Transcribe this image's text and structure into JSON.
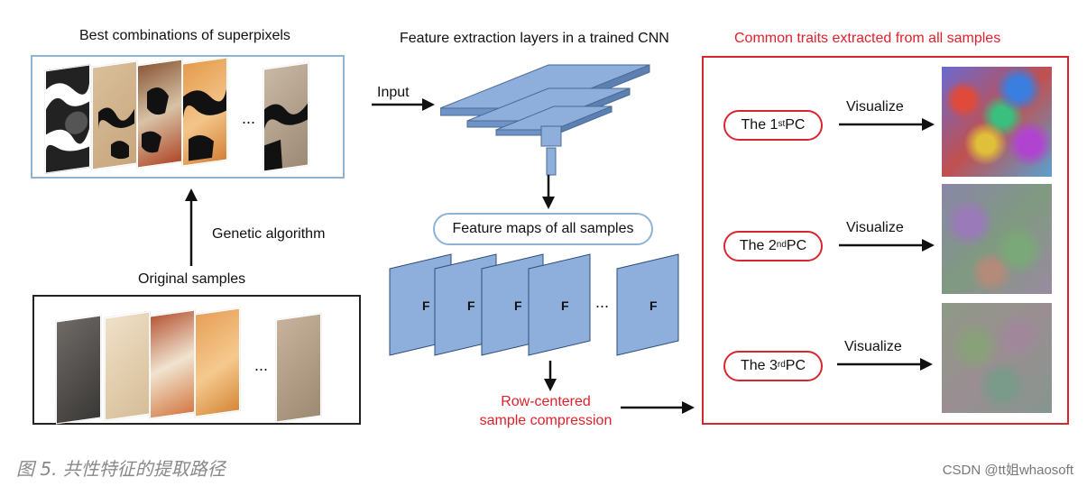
{
  "left": {
    "title": "Best combinations of superpixels",
    "ga_label": "Genetic algorithm",
    "original_label": "Original samples",
    "ellipsis": "..."
  },
  "middle": {
    "title": "Feature extraction layers in a trained CNN",
    "input_label": "Input",
    "feature_maps_label": "Feature maps of all samples",
    "map_letter": "F",
    "ellipsis": "...",
    "compression_line1": "Row-centered",
    "compression_line2": "sample compression"
  },
  "right": {
    "title": "Common traits extracted from all samples",
    "pcs": [
      {
        "prefix": "The 1",
        "sup": "st",
        "suffix": " PC",
        "action": "Visualize"
      },
      {
        "prefix": "The 2",
        "sup": "nd",
        "suffix": " PC",
        "action": "Visualize"
      },
      {
        "prefix": "The 3",
        "sup": "rd",
        "suffix": " PC",
        "action": "Visualize"
      }
    ]
  },
  "caption": "图 5. 共性特征的提取路径",
  "credit": "CSDN @tt姐whaosoft",
  "colors": {
    "blue_border": "#8fb2d9",
    "blue_fill": "#8eaedc",
    "red": "#e0202a",
    "red_border": "#d8262f"
  }
}
